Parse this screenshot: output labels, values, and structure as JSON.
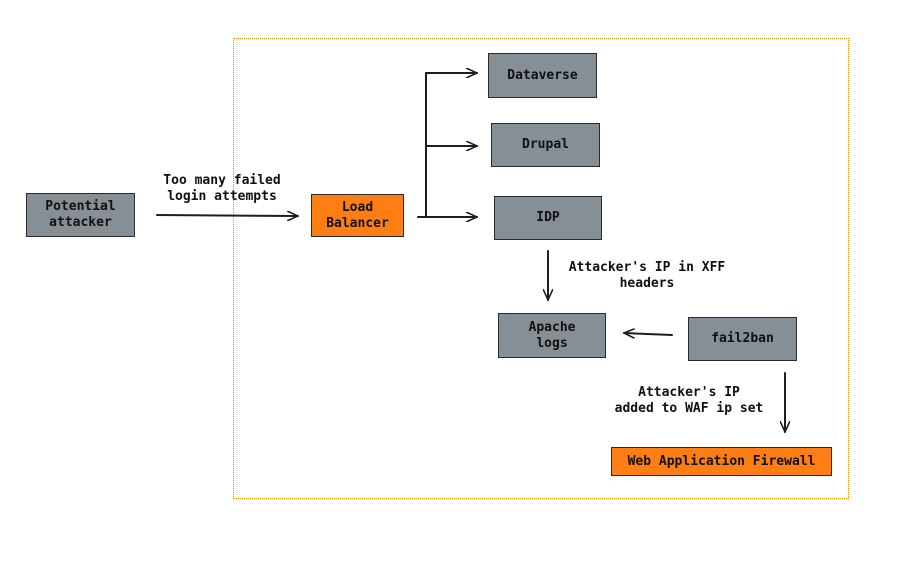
{
  "nodes": {
    "attacker": "Potential\nattacker",
    "load_balancer": "Load\nBalancer",
    "dataverse": "Dataverse",
    "drupal": "Drupal",
    "idp": "IDP",
    "apache_logs": "Apache\nlogs",
    "fail2ban": "fail2ban",
    "waf": "Web Application Firewall"
  },
  "edges": {
    "attacker_to_lb": "Too many failed\nlogin attempts",
    "idp_to_logs": "Attacker's IP in XFF\nheaders",
    "fail2ban_to_waf": "Attacker's IP\nadded to WAF ip set"
  },
  "colors": {
    "node_gray": "#868e96",
    "node_orange": "#fd7e14",
    "boundary": "#f08c00",
    "stroke": "#1e1e1e"
  }
}
